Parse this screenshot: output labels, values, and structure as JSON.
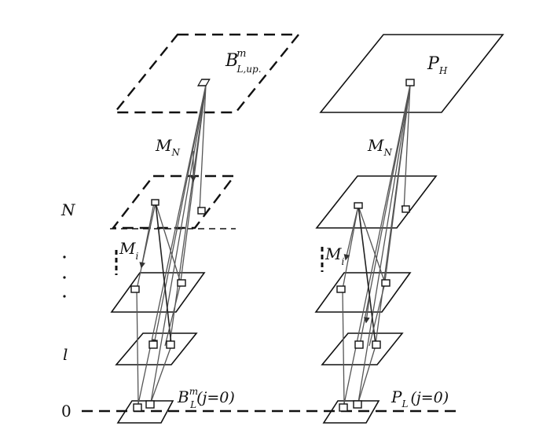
{
  "level_labels": {
    "top": "N",
    "middle": "l",
    "bottom": "0",
    "dots": ".\n.\n."
  },
  "left_column": {
    "top_label_base": "B",
    "top_label_sup": "m",
    "top_label_sub": "L,up.",
    "bottom_label_base": "B",
    "bottom_label_sup": "m",
    "bottom_label_sub": "L",
    "bottom_label_suffix": "(j=0)",
    "map_top_base": "M",
    "map_top_sub": "N",
    "map_mid_base": "M",
    "map_mid_sub": "i"
  },
  "right_column": {
    "top_label_base": "P",
    "top_label_sub": "H",
    "bottom_label_base": "P",
    "bottom_label_sub": "L",
    "bottom_label_suffix": "(j=0)",
    "map_top_base": "M",
    "map_top_sub": "N",
    "map_mid_base": "M",
    "map_mid_sub": "i"
  }
}
